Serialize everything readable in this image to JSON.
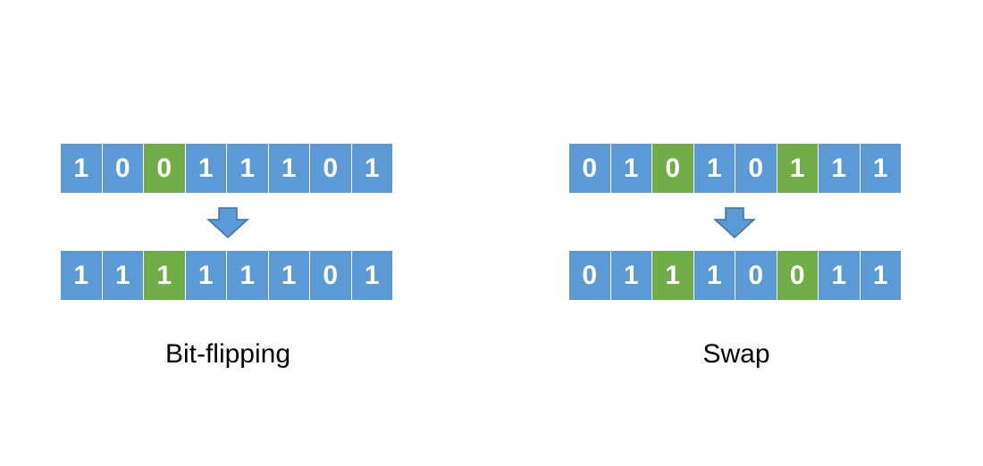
{
  "colors": {
    "cell": "#5b9bd5",
    "highlight": "#70ad47",
    "arrow_fill": "#5b9bd5",
    "arrow_stroke": "#41719c"
  },
  "panels": [
    {
      "caption": "Bit-flipping",
      "before": [
        "1",
        "0",
        "0",
        "1",
        "1",
        "1",
        "0",
        "1"
      ],
      "after": [
        "1",
        "1",
        "1",
        "1",
        "1",
        "1",
        "0",
        "1"
      ],
      "highlighted_indices": [
        2
      ]
    },
    {
      "caption": "Swap",
      "before": [
        "0",
        "1",
        "0",
        "1",
        "0",
        "1",
        "1",
        "1"
      ],
      "after": [
        "0",
        "1",
        "1",
        "1",
        "0",
        "0",
        "1",
        "1"
      ],
      "highlighted_indices": [
        2,
        5
      ]
    }
  ]
}
